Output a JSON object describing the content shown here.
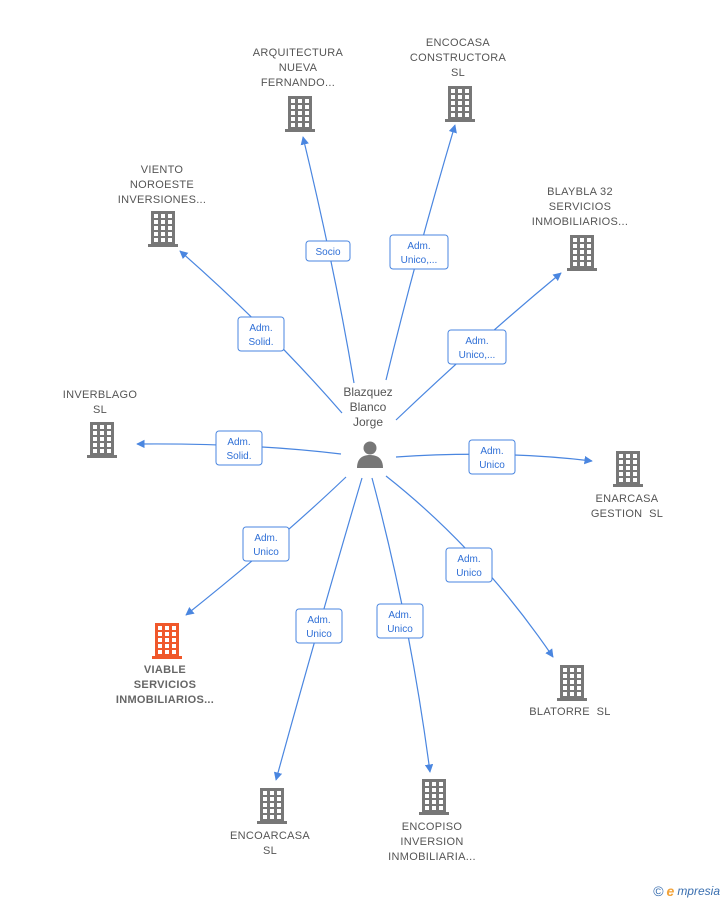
{
  "colors": {
    "edge": "#4a86e0",
    "building": "#777777",
    "highlight": "#f0582b",
    "person": "#777777"
  },
  "center": {
    "label_lines": [
      "Blazquez",
      "Blanco",
      "Jorge"
    ],
    "icon": "person-icon"
  },
  "nodes": [
    {
      "id": "arquitectura",
      "lines": [
        "ARQUITECTURA",
        "NUEVA",
        "FERNANDO..."
      ],
      "edge_lines": [
        "Socio"
      ],
      "highlight": false
    },
    {
      "id": "encocasa",
      "lines": [
        "ENCOCASA",
        "CONSTRUCTORA",
        "SL"
      ],
      "edge_lines": [
        "Adm.",
        "Unico,..."
      ],
      "highlight": false
    },
    {
      "id": "blaybla",
      "lines": [
        "BLAYBLA 32",
        "SERVICIOS",
        "INMOBILIARIOS..."
      ],
      "edge_lines": [
        "Adm.",
        "Unico,..."
      ],
      "highlight": false
    },
    {
      "id": "viento",
      "lines": [
        "VIENTO",
        "NOROESTE",
        "INVERSIONES..."
      ],
      "edge_lines": [
        "Adm.",
        "Solid."
      ],
      "highlight": false
    },
    {
      "id": "inverblago",
      "lines": [
        "INVERBLAGO",
        "SL"
      ],
      "edge_lines": [
        "Adm.",
        "Solid."
      ],
      "highlight": false
    },
    {
      "id": "enarcasa",
      "lines": [
        "ENARCASA",
        "GESTION  SL"
      ],
      "edge_lines": [
        "Adm.",
        "Unico"
      ],
      "highlight": false
    },
    {
      "id": "viable",
      "lines": [
        "VIABLE",
        "SERVICIOS",
        "INMOBILIARIOS..."
      ],
      "edge_lines": [
        "Adm.",
        "Unico"
      ],
      "highlight": true
    },
    {
      "id": "blatorre",
      "lines": [
        "BLATORRE  SL"
      ],
      "edge_lines": [
        "Adm.",
        "Unico"
      ],
      "highlight": false
    },
    {
      "id": "encoarcasa",
      "lines": [
        "ENCOARCASA",
        "SL"
      ],
      "edge_lines": [
        "Adm.",
        "Unico"
      ],
      "highlight": false
    },
    {
      "id": "encopiso",
      "lines": [
        "ENCOPISO",
        "INVERSION",
        "INMOBILIARIA..."
      ],
      "edge_lines": [
        "Adm.",
        "Unico"
      ],
      "highlight": false
    }
  ],
  "brand": {
    "copyright": "©",
    "e_letter": "e",
    "rest": "mpresia"
  }
}
